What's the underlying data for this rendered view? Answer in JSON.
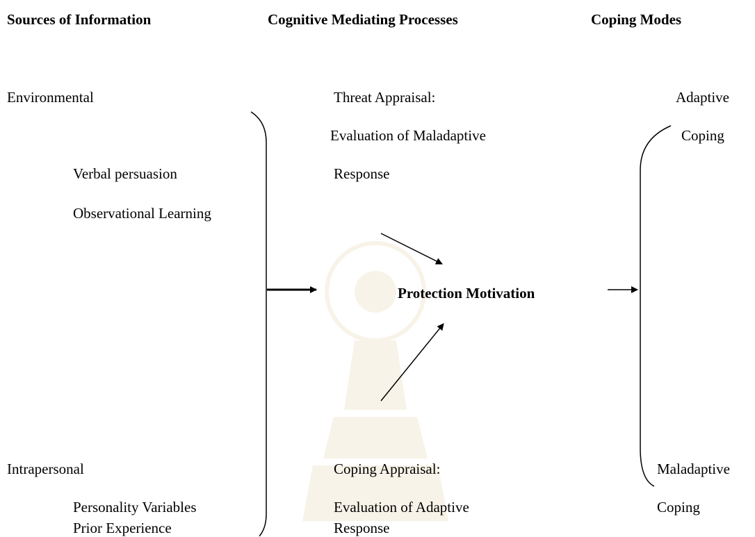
{
  "headers": {
    "sources": "Sources of Information",
    "processes": "Cognitive Mediating Processes",
    "coping_modes": "Coping Modes"
  },
  "sources": {
    "environmental": {
      "label": "Environmental",
      "items": [
        "Verbal persuasion",
        "Observational Learning"
      ]
    },
    "intrapersonal": {
      "label": "Intrapersonal",
      "items": [
        "Personality Variables",
        "Prior Experience"
      ]
    }
  },
  "processes": {
    "threat": {
      "title": "Threat Appraisal:",
      "line1": "Evaluation of Maladaptive",
      "line2": "Response"
    },
    "coping": {
      "title": "Coping Appraisal:",
      "line1": "Evaluation of Adaptive",
      "line2": "Response"
    },
    "center": "Protection Motivation"
  },
  "coping_modes": {
    "adaptive": {
      "line1": "Adaptive",
      "line2": "Coping"
    },
    "maladaptive": {
      "line1": "Maladaptive",
      "line2": "Coping"
    }
  },
  "colors": {
    "ink": "#000000",
    "watermark": "#c9a44a"
  }
}
